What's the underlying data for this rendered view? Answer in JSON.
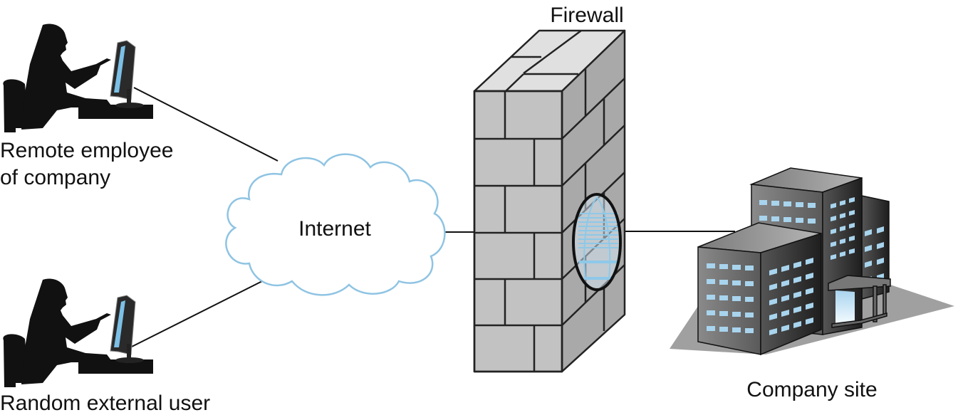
{
  "labels": {
    "firewall": "Firewall",
    "internet": "Internet",
    "remote_employee_line1": "Remote employee",
    "remote_employee_line2": "of company",
    "external_user": "Random external user",
    "company_site": "Company site"
  },
  "icons": {
    "remote_employee": "person-at-computer-icon",
    "external_user": "person-at-computer-icon",
    "internet": "cloud-icon",
    "firewall": "brick-wall-icon",
    "firewall_hole": "tunnel-hole-icon",
    "company_site": "office-buildings-icon"
  },
  "colors": {
    "cloud_outline": "#8fc4e3",
    "hole_fill": "#8ec8e8",
    "brick_front": "#c2c2c2",
    "brick_side": "#a9a9a9",
    "brick_top": "#e0e0e0",
    "window": "#a8d4ee"
  }
}
